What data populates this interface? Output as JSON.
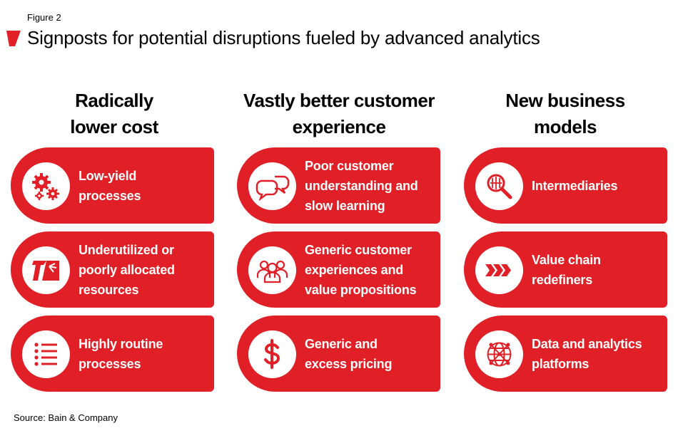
{
  "figure_label": "Figure 2",
  "title": "Signposts for potential disruptions fueled by advanced analytics",
  "source": "Source: Bain & Company",
  "accent_color": "#e11f26",
  "columns": [
    {
      "heading": "Radically\nlower cost",
      "items": [
        {
          "label": "Low-yield\nprocesses",
          "icon": "gears-icon"
        },
        {
          "label": "Underutilized or\npoorly allocated\nresources",
          "icon": "resource-allocation-icon"
        },
        {
          "label": "Highly routine\nprocesses",
          "icon": "list-icon"
        }
      ]
    },
    {
      "heading": "Vastly better customer\nexperience",
      "items": [
        {
          "label": "Poor customer\nunderstanding and\nslow learning",
          "icon": "speech-bubbles-icon"
        },
        {
          "label": "Generic customer\nexperiences and\nvalue propositions",
          "icon": "people-group-icon"
        },
        {
          "label": "Generic and\nexcess pricing",
          "icon": "dollar-icon"
        }
      ]
    },
    {
      "heading": "New business\nmodels",
      "items": [
        {
          "label": "Intermediaries",
          "icon": "magnifier-icon"
        },
        {
          "label": "Value chain\nredefiners",
          "icon": "chevrons-icon"
        },
        {
          "label": "Data and analytics\nplatforms",
          "icon": "globe-network-icon"
        }
      ]
    }
  ]
}
